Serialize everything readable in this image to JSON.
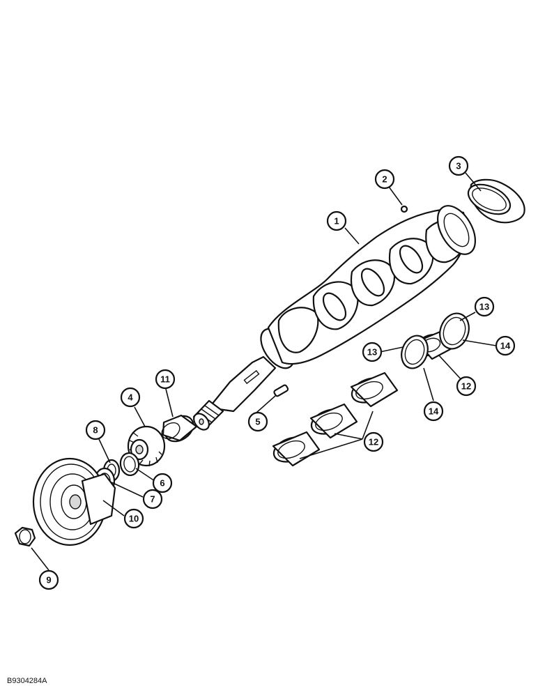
{
  "figure": {
    "drawing_code": "B9304284A"
  },
  "callouts": [
    {
      "id": "c1",
      "label": "1"
    },
    {
      "id": "c2",
      "label": "2"
    },
    {
      "id": "c3",
      "label": "3"
    },
    {
      "id": "c4",
      "label": "4"
    },
    {
      "id": "c5",
      "label": "5"
    },
    {
      "id": "c6",
      "label": "6"
    },
    {
      "id": "c7",
      "label": "7"
    },
    {
      "id": "c8",
      "label": "8"
    },
    {
      "id": "c9",
      "label": "9"
    },
    {
      "id": "c10",
      "label": "10"
    },
    {
      "id": "c11",
      "label": "11"
    },
    {
      "id": "c12a",
      "label": "12"
    },
    {
      "id": "c12b",
      "label": "12"
    },
    {
      "id": "c13a",
      "label": "13"
    },
    {
      "id": "c13b",
      "label": "13"
    },
    {
      "id": "c14a",
      "label": "14"
    },
    {
      "id": "c14b",
      "label": "14"
    }
  ]
}
